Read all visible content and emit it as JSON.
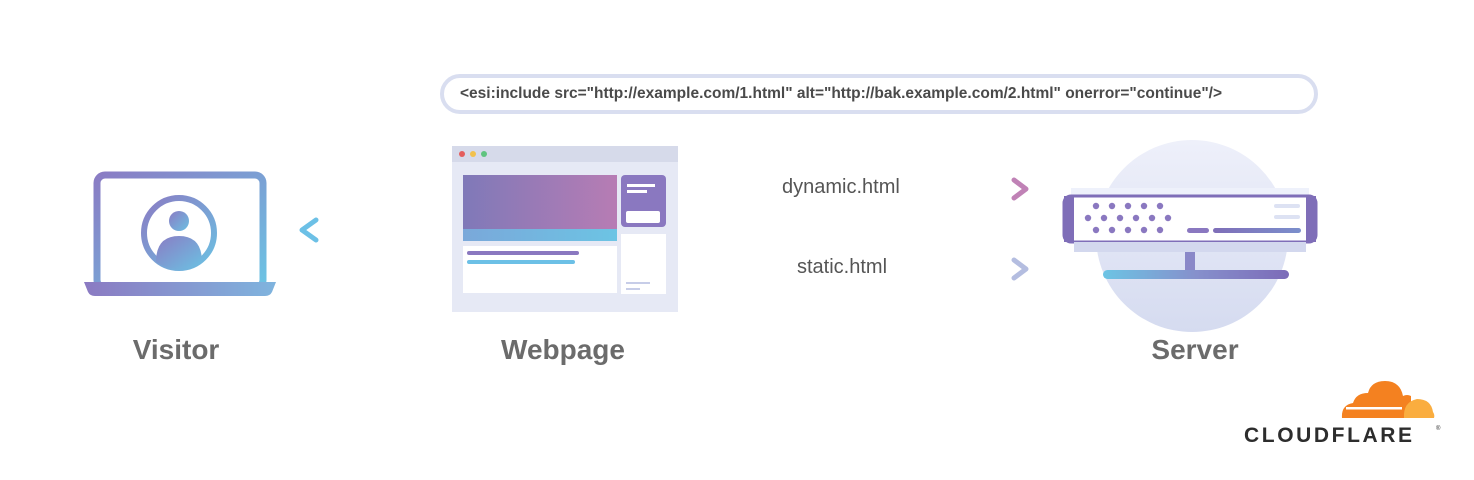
{
  "esi_tag": "<esi:include src=\"http://example.com/1.html\" alt=\"http://bak.example.com/2.html\" onerror=\"continue\"/>",
  "nodes": {
    "visitor": "Visitor",
    "webpage": "Webpage",
    "server": "Server"
  },
  "flows": {
    "dynamic": "dynamic.html",
    "static": "static.html"
  },
  "brand": {
    "name": "CLOUDFLARE",
    "trademark": "®"
  },
  "colors": {
    "purple": "#8a78c0",
    "magenta": "#b47ab3",
    "blue": "#6cb8e0",
    "light_blue": "#c3cbe6",
    "label_gray": "#6b6b6b",
    "orange": "#f48120"
  }
}
